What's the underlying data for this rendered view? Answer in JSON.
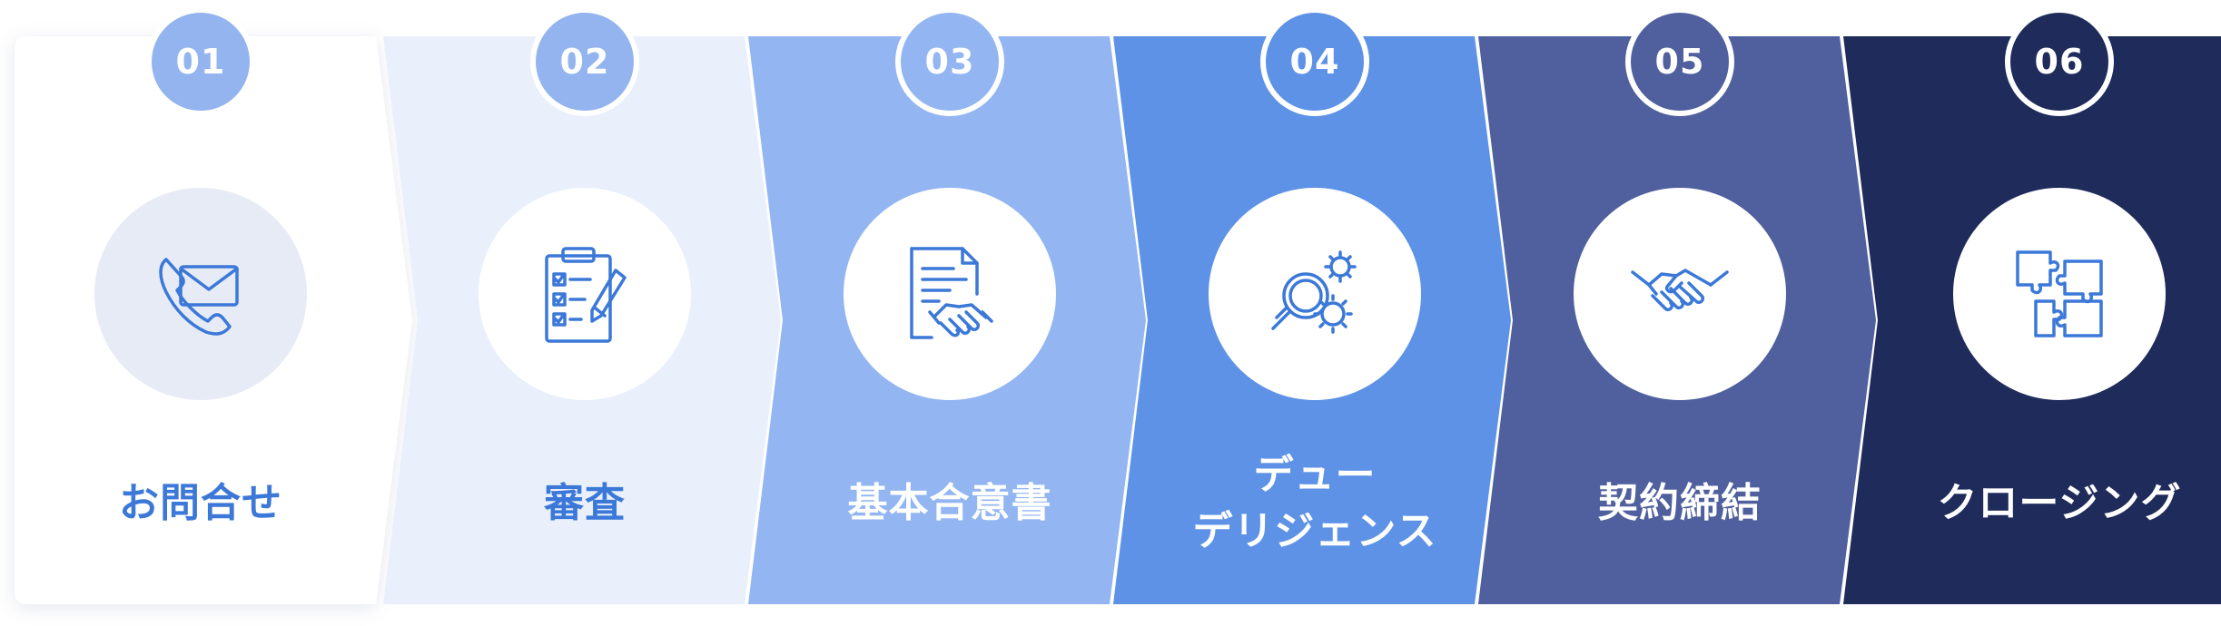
{
  "steps": [
    {
      "number": "01",
      "label_lines": [
        "お問合せ"
      ],
      "icon": "phone-mail-icon",
      "fill": "#ffffff",
      "badge_color": "#93b4ee",
      "circle_color": "#e7ebf5",
      "label_color": "#3b78d8",
      "icon_color": "#3b78d8"
    },
    {
      "number": "02",
      "label_lines": [
        "審査"
      ],
      "icon": "clipboard-checklist-icon",
      "fill": "#e9f0fc",
      "badge_color": "#93b4ee",
      "circle_color": "#ffffff",
      "label_color": "#3b78d8",
      "icon_color": "#3b78d8"
    },
    {
      "number": "03",
      "label_lines": [
        "基本合意書"
      ],
      "icon": "document-handshake-icon",
      "fill": "#93b6f2",
      "badge_color": "#93b6f2",
      "circle_color": "#ffffff",
      "label_color": "#ffffff",
      "icon_color": "#3b78d8"
    },
    {
      "number": "04",
      "label_lines": [
        "デュー",
        "デリジェンス"
      ],
      "icon": "magnifier-gears-icon",
      "fill": "#5d92e6",
      "badge_color": "#5d92e6",
      "circle_color": "#ffffff",
      "label_color": "#ffffff",
      "icon_color": "#3b78d8"
    },
    {
      "number": "05",
      "label_lines": [
        "契約締結"
      ],
      "icon": "handshake-icon",
      "fill": "#50609e",
      "badge_color": "#50609e",
      "circle_color": "#ffffff",
      "label_color": "#ffffff",
      "icon_color": "#3b78d8"
    },
    {
      "number": "06",
      "label_lines": [
        "クロージング"
      ],
      "icon": "puzzle-icon",
      "fill": "#1f2b5a",
      "badge_color": "#1f2b5a",
      "circle_color": "#ffffff",
      "label_color": "#ffffff",
      "icon_color": "#3b78d8"
    }
  ]
}
